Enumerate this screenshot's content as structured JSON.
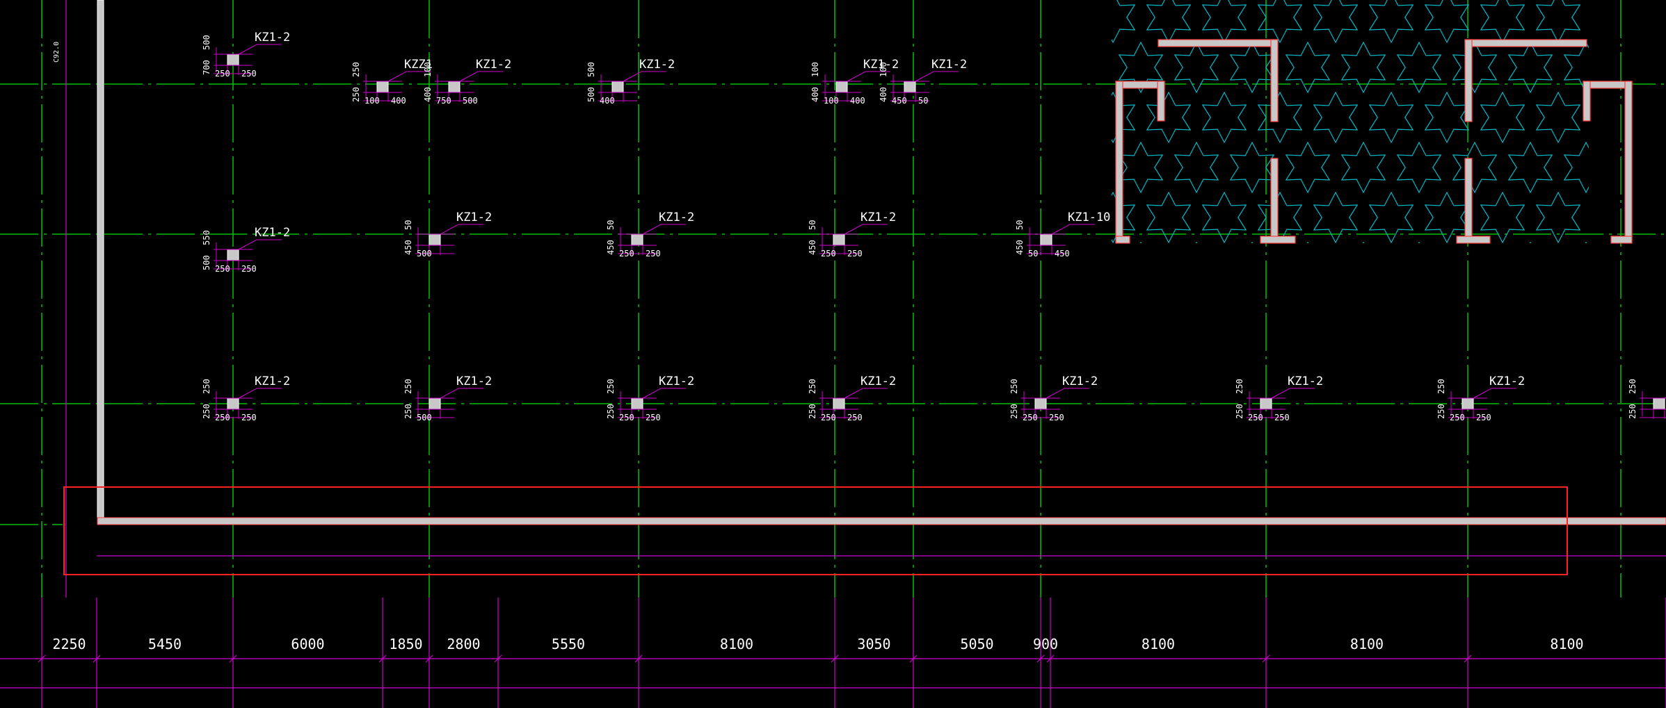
{
  "colors": {
    "background": "#000000",
    "axis": "#00c000",
    "dimension": "#d000d0",
    "column_fill": "#c8c8c8",
    "column_edge": "#ffffff",
    "wall_fill": "#c8c8c8",
    "wall_edge": "#ff4040",
    "hatch": "#00b8c8",
    "selection": "#ff2020"
  },
  "left_label": "C92.0",
  "grid_spacings": [
    "2250",
    "5450",
    "6000",
    "1850",
    "2800",
    "5550",
    "8100",
    "3050",
    "5050",
    "900",
    "8100",
    "8100",
    "8100"
  ],
  "column_rows": [
    {
      "row": "top",
      "columns": [
        {
          "tag": "KZ1-2",
          "dims": [
            "500",
            "700",
            "250",
            "250"
          ]
        },
        {
          "tag": "KZZ1",
          "dims": [
            "250",
            "250",
            "100",
            "400"
          ]
        },
        {
          "tag": "KZ1-2",
          "dims": [
            "100",
            "400",
            "750",
            "500"
          ]
        },
        {
          "tag": "KZ1-2",
          "dims": [
            "500",
            "500",
            "400"
          ]
        },
        {
          "tag": "KZ1-2",
          "dims": [
            "100",
            "400",
            "100",
            "400"
          ]
        },
        {
          "tag": "KZ1-2",
          "dims": [
            "100",
            "400",
            "450",
            "50"
          ]
        }
      ]
    },
    {
      "row": "middle",
      "columns": [
        {
          "tag": "KZ1-2",
          "dims": [
            "550",
            "500",
            "250",
            "250"
          ]
        },
        {
          "tag": "KZ1-2",
          "dims": [
            "50",
            "450",
            "500"
          ]
        },
        {
          "tag": "KZ1-2",
          "dims": [
            "50",
            "450",
            "250",
            "250"
          ]
        },
        {
          "tag": "KZ1-2",
          "dims": [
            "50",
            "450",
            "250",
            "250"
          ]
        },
        {
          "tag": "KZ1-10",
          "dims": [
            "50",
            "450",
            "50",
            "450"
          ]
        }
      ]
    },
    {
      "row": "bottom",
      "columns": [
        {
          "tag": "KZ1-2",
          "dims": [
            "250",
            "250",
            "250",
            "250"
          ]
        },
        {
          "tag": "KZ1-2",
          "dims": [
            "250",
            "250",
            "500"
          ]
        },
        {
          "tag": "KZ1-2",
          "dims": [
            "250",
            "250",
            "250",
            "250"
          ]
        },
        {
          "tag": "KZ1-2",
          "dims": [
            "250",
            "250",
            "250",
            "250"
          ]
        },
        {
          "tag": "KZ1-2",
          "dims": [
            "250",
            "250",
            "250",
            "250"
          ]
        },
        {
          "tag": "KZ1-2",
          "dims": [
            "250",
            "250",
            "250",
            "250"
          ]
        },
        {
          "tag": "KZ1-2",
          "dims": [
            "250",
            "250",
            "250",
            "250"
          ]
        },
        {
          "tag": "",
          "dims": [
            "250",
            "250"
          ]
        }
      ]
    }
  ]
}
